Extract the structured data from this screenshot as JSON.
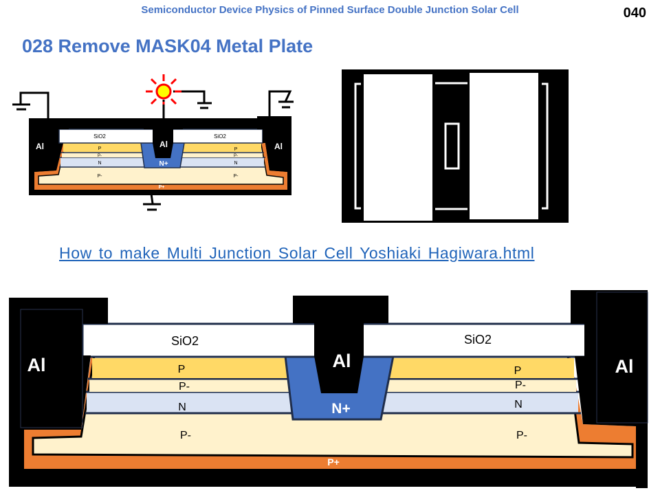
{
  "header": {
    "title": "Semiconductor Device Physics of Pinned Surface Double Junction Solar Cell",
    "page_number": "040"
  },
  "slide": {
    "title": "028  Remove MASK04 Metal Plate",
    "link_text": "How to make Multi Junction Solar Cell Yoshiaki Hagiwara.html"
  },
  "small_diagram": {
    "labels": {
      "sio2_left": "SiO2",
      "sio2_right": "SiO2",
      "al_left": "Al",
      "al_center": "Al",
      "al_right": "Al",
      "p_left": "P",
      "p_right": "P",
      "pminus_thin_left": "P-",
      "pminus_thin_right": "P-",
      "n_left": "N",
      "n_right": "N",
      "nplus": "N+",
      "pminus_left": "P-",
      "pminus_right": "P-",
      "pplus": "P+"
    },
    "icons": [
      "light-bulb-icon",
      "ground-icon"
    ]
  },
  "mask_diagram": {
    "name": "MASK04 metal plate pattern"
  },
  "large_diagram": {
    "labels": {
      "sio2_left": "SiO2",
      "sio2_right": "SiO2",
      "al_left": "Al",
      "al_center": "Al",
      "al_right": "Al",
      "p_left": "P",
      "p_right": "P",
      "pminus_thin_left": "P-",
      "pminus_thin_right": "P-",
      "n_left": "N",
      "n_right": "N",
      "nplus": "N+",
      "pminus_left": "P-",
      "pminus_right": "P-",
      "pplus": "P+"
    }
  },
  "colors": {
    "title_blue": "#4472c4",
    "link_blue": "#1f63b9",
    "p_layer": "#ffd966",
    "p_minus": "#fff2cc",
    "n_layer": "#dae3f3",
    "n_plus": "#4472c4",
    "p_plus": "#ed7d31",
    "metal": "#000000",
    "oxide": "#ffffff",
    "bulb_red": "#ff0000",
    "bulb_yellow": "#ffff00"
  }
}
